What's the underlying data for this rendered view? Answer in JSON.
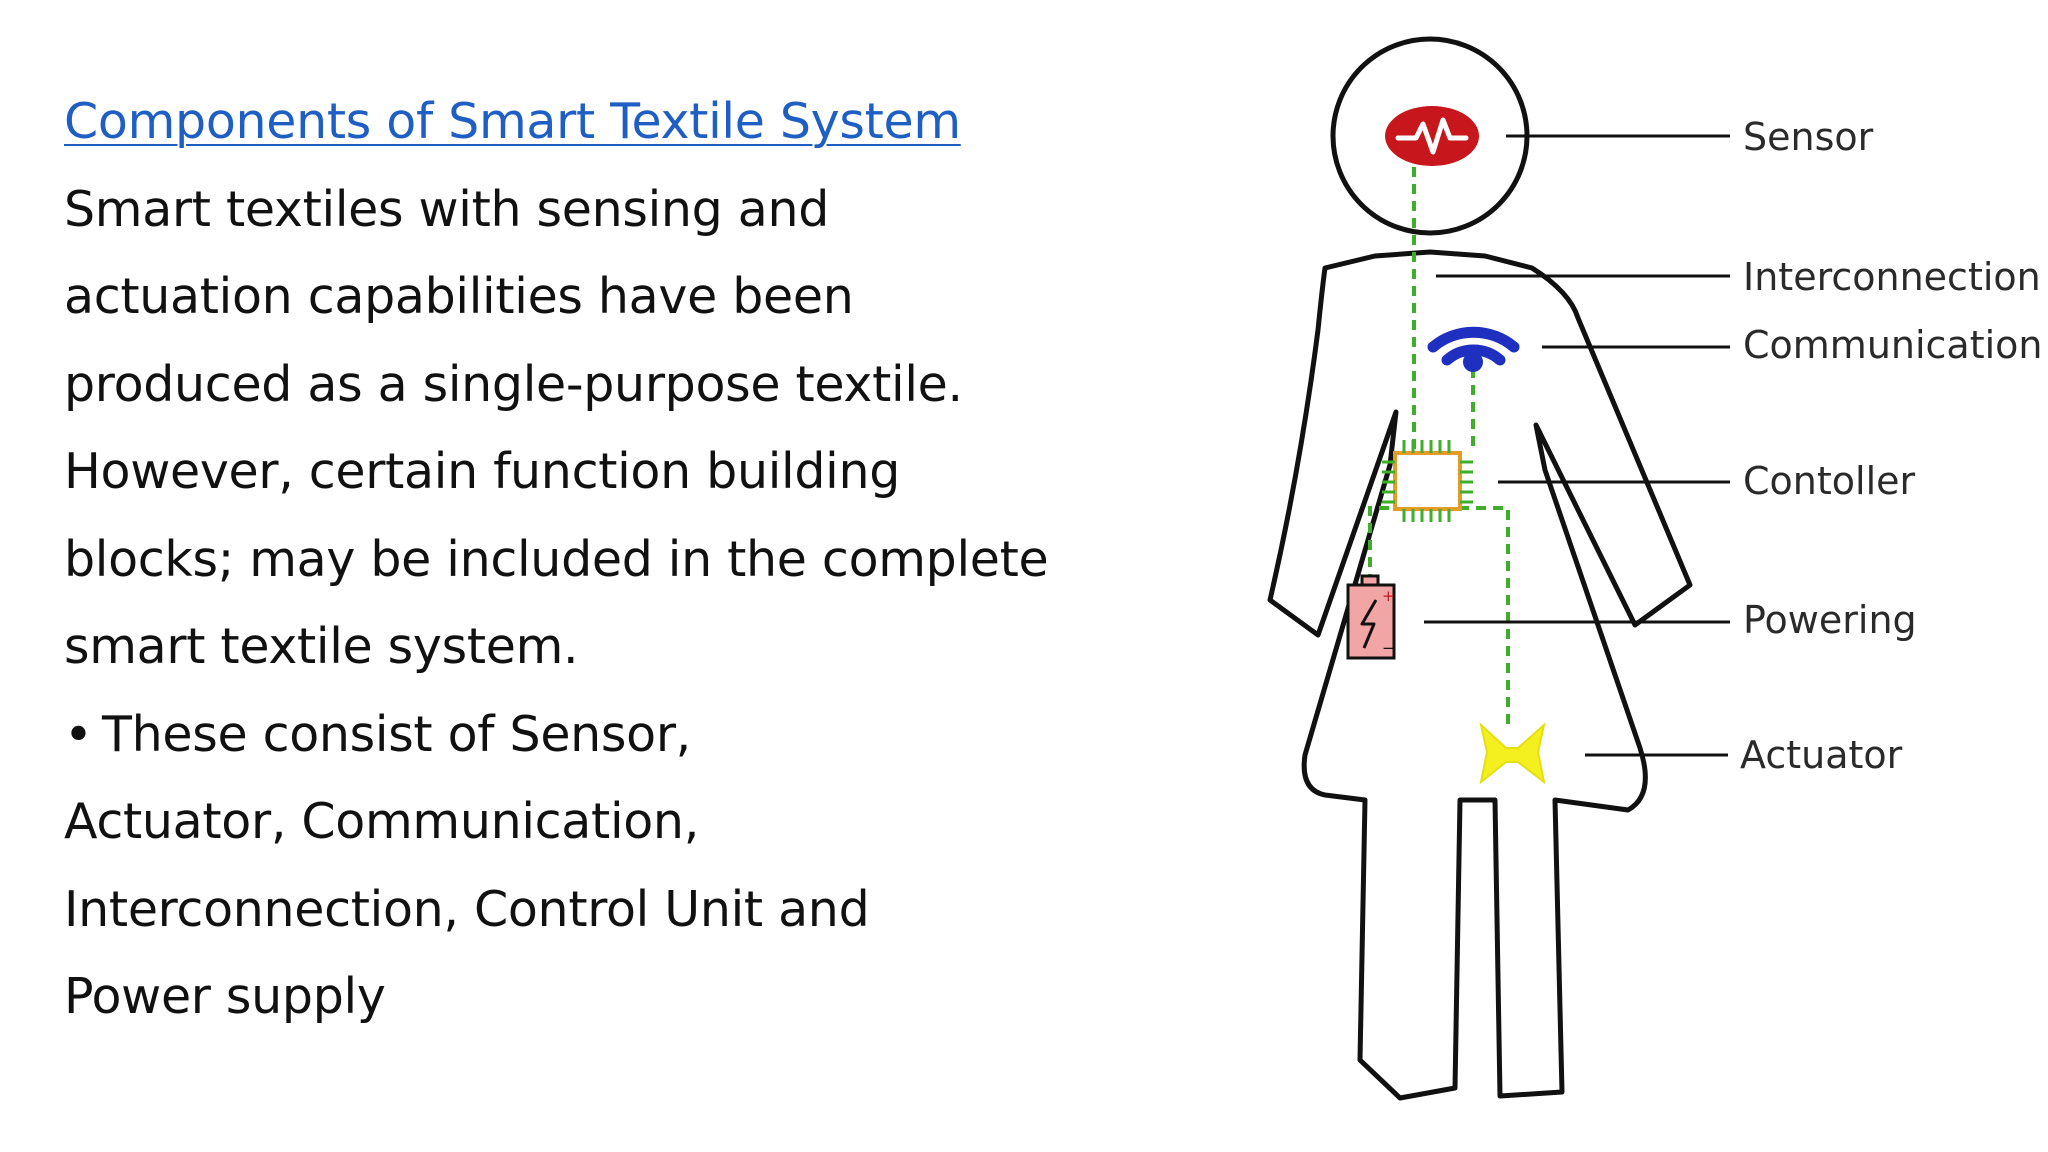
{
  "text": {
    "title": "Components of Smart Textile System",
    "lines": [
      "Smart textiles with sensing and",
      "actuation capabilities have been",
      "produced as a single-purpose textile.",
      "However, certain function building",
      "blocks; may be included in the complete",
      "smart textile system."
    ],
    "bullet_symbol": "•",
    "bullet_lines": [
      "These consist of Sensor,",
      "Actuator, Communication,",
      "Interconnection, Control Unit and",
      "Power supply"
    ]
  },
  "diagram": {
    "labels": {
      "sensor": "Sensor",
      "interconnection": "Interconnection",
      "communication": "Communication",
      "controller": "Contoller",
      "powering": "Powering",
      "actuator": "Actuator"
    },
    "colors": {
      "outline": "#111111",
      "sensor_fill": "#c8161d",
      "wire": "#3fae2a",
      "wifi": "#1f2fbf",
      "chip_border": "#e39b2a",
      "chip_pins": "#3fae2a",
      "battery_fill": "#f2a5a5",
      "actuator_fill": "#f4f020"
    },
    "icons": {
      "sensor": "heartbeat-icon",
      "communication": "wifi-icon",
      "controller": "chip-icon",
      "powering": "battery-icon",
      "actuator": "bowtie-actuator-icon"
    }
  }
}
